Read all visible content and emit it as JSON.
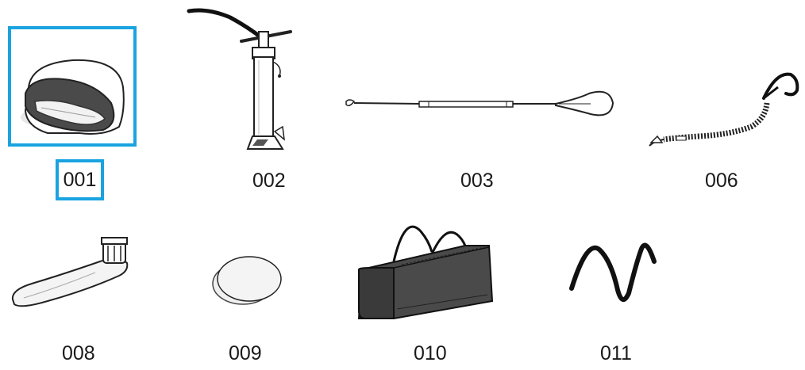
{
  "accent_color": "#1aa3e0",
  "selected_item": "001",
  "parts": [
    {
      "code": "001",
      "icon": "folded-board-icon"
    },
    {
      "code": "002",
      "icon": "hand-pump-icon"
    },
    {
      "code": "003",
      "icon": "paddle-icon"
    },
    {
      "code": "006",
      "icon": "coiled-leash-icon"
    },
    {
      "code": "008",
      "icon": "fin-wrench-icon"
    },
    {
      "code": "009",
      "icon": "repair-patch-icon"
    },
    {
      "code": "010",
      "icon": "carry-bag-icon"
    },
    {
      "code": "011",
      "icon": "bungee-cord-icon"
    }
  ]
}
